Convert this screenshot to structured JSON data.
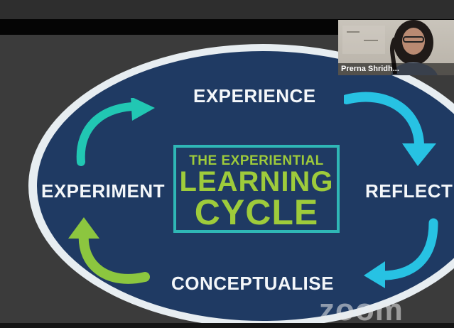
{
  "slide": {
    "title_line1": "THE EXPERIENTIAL",
    "title_line2": "LEARNING",
    "title_line3": "CYCLE",
    "stages": {
      "top": "EXPERIENCE",
      "right": "REFLECT",
      "bottom": "CONCEPTUALISE",
      "left": "EXPERIMENT"
    },
    "colors": {
      "oval_dark": "#1f3a63",
      "oval_light": "#e7edf1",
      "title_green": "#9ecb3b",
      "frame_teal": "#2fb7b6",
      "arrow_cyan": "#27c2e3",
      "arrow_green": "#8cc63f",
      "arrow_teal": "#21c7b3"
    }
  },
  "participant": {
    "name": "Prerna Shridh..."
  },
  "watermark": {
    "text": "zoom"
  }
}
